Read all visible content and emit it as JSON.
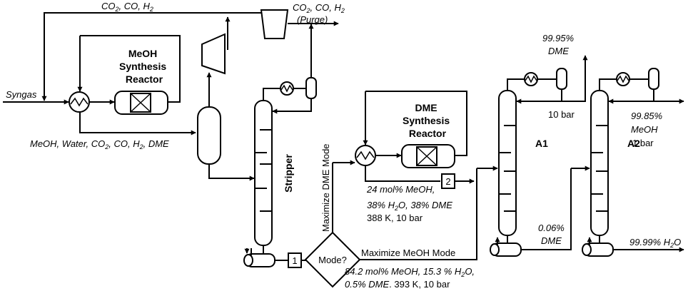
{
  "streams": {
    "recycle_top": {
      "text": "CO",
      "s1": "2",
      "mid": ", CO, H",
      "s2": "2"
    },
    "purge_line1": {
      "text": "CO",
      "s1": "2",
      "mid": ", CO, H",
      "s2": "2"
    },
    "purge_line2": "(Purge)",
    "syngas": "Syngas",
    "meoh_mix": {
      "t1": "MeOH, Water, CO",
      "s1": "2",
      "t2": ", CO, H",
      "s2": "2",
      "t3": ", DME"
    },
    "dme_product_l1": "99.95%",
    "dme_product_l2": "DME",
    "a1_pressure": "10 bar",
    "meoh_product_l1": "99.85%",
    "meoh_product_l2": "MeOH",
    "a2_pressure": "1 bar",
    "a1_bottoms_l1": "0.06%",
    "a1_bottoms_l2": "DME",
    "water_product": {
      "t1": "99.99% H",
      "s1": "2",
      "t2": "O"
    },
    "stream2_l1": "24 mol% MeOH,",
    "stream2_l2": {
      "t1": "38% H",
      "s1": "2",
      "t2": "O, 38% DME"
    },
    "stream2_l3": "388 K, 10 bar",
    "stream1_l1": {
      "t1": "84.2 mol% MeOH, 15.3 % H",
      "s1": "2",
      "t2": "O,"
    },
    "stream1_l2": {
      "t1": "0.5% DME",
      "t2": ". 393 K, 10 bar"
    }
  },
  "units": {
    "meoh_reactor": [
      "MeOH",
      "Synthesis",
      "Reactor"
    ],
    "dme_reactor": [
      "DME",
      "Synthesis",
      "Reactor"
    ],
    "stripper": "Stripper",
    "column_a1": "A1",
    "column_a2": "A2",
    "decision": "Mode?",
    "marker_1": "1",
    "marker_2": "2"
  },
  "modes": {
    "dme": "Maximize DME Mode",
    "meoh": "Maximize MeOH Mode"
  }
}
